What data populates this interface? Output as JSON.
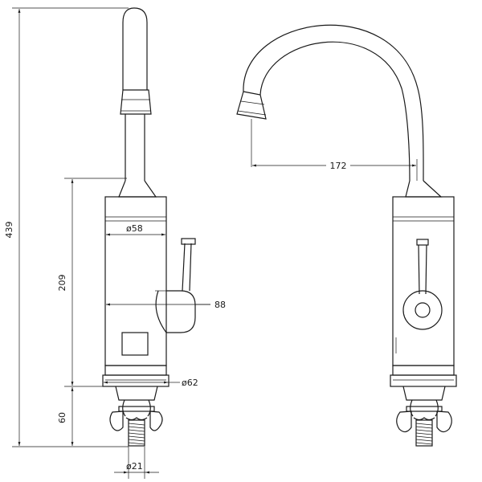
{
  "dimensions": {
    "total_height": "439",
    "body_height": "209",
    "base_height": "60",
    "body_diameter": "ø58",
    "handle_reach": "88",
    "base_diameter": "ø62",
    "thread_diameter": "ø21",
    "spout_reach": "172"
  }
}
